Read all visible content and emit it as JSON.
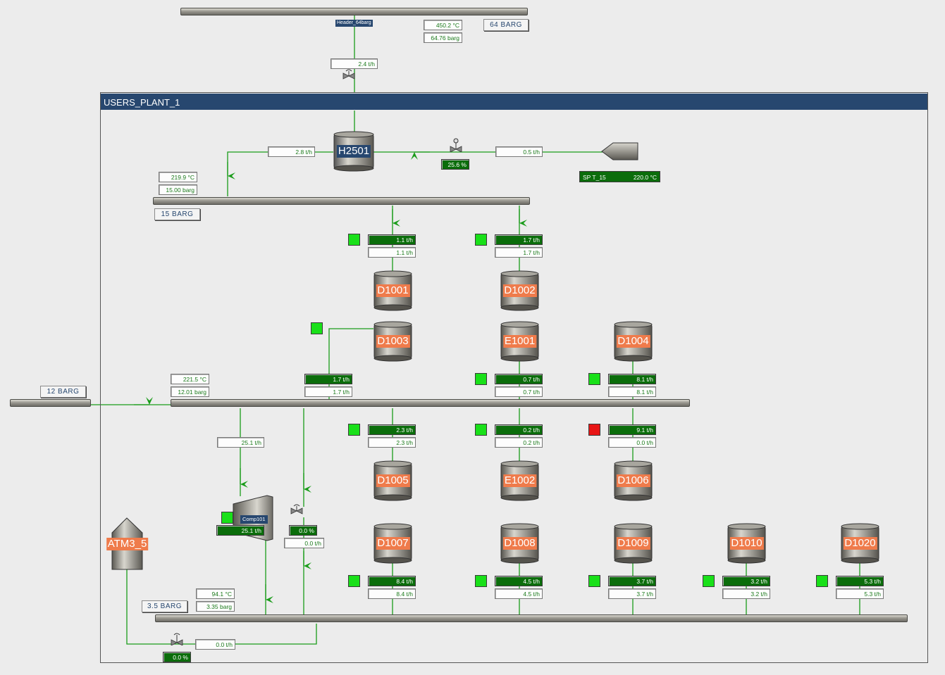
{
  "header64": {
    "tag": "Header_64barg",
    "temp": "450.2 °C",
    "pressure": "64.76 barg",
    "label": "64 BARG"
  },
  "inflow": {
    "flow": "2.4 t/h"
  },
  "plant": {
    "title": "USERS_PLANT_1"
  },
  "h2501": {
    "name": "H2501",
    "out_flow": "2.8 t/h",
    "in_flow": "0.5 t/h",
    "valve_pct": "25.6 %"
  },
  "sp": {
    "label": "SP T_15",
    "value": "220.0 °C"
  },
  "header15": {
    "temp": "219.9 °C",
    "pressure": "15.00 barg",
    "label": "15 BARG"
  },
  "header12": {
    "temp": "221.5 °C",
    "pressure": "12.01 barg",
    "label": "12 BARG"
  },
  "header35": {
    "temp": "94.1 °C",
    "pressure": "3.35 barg",
    "label": "3.5 BARG"
  },
  "atm": {
    "name": "ATM3_5",
    "flow": "0.0 t/h",
    "valve_pct": "0.0 %"
  },
  "comp": {
    "name": "Comp101",
    "feed_flow": "25.1 t/h",
    "flow": "25.1 t/h"
  },
  "letdown": {
    "valve_pct": "0.0 %",
    "flow": "0.0 t/h"
  },
  "d1003": {
    "sp": "1.7 t/h",
    "pv": "1.7 t/h"
  },
  "users": [
    {
      "name": "D1001",
      "sp": "1.1 t/h",
      "pv": "1.1 t/h",
      "status": "on"
    },
    {
      "name": "D1002",
      "sp": "1.7 t/h",
      "pv": "1.7 t/h",
      "status": "on"
    },
    {
      "name": "D1003",
      "status": "on"
    },
    {
      "name": "E1001",
      "sp": "0.7 t/h",
      "pv": "0.7 t/h",
      "status": "on"
    },
    {
      "name": "D1004",
      "sp": "8.1 t/h",
      "pv": "8.1 t/h",
      "status": "on"
    },
    {
      "name": "D1005",
      "sp": "2.3 t/h",
      "pv": "2.3 t/h",
      "status": "on"
    },
    {
      "name": "E1002",
      "sp": "0.2 t/h",
      "pv": "0.2 t/h",
      "status": "on"
    },
    {
      "name": "D1006",
      "sp": "9.1 t/h",
      "pv": "0.0 t/h",
      "status": "alarm"
    },
    {
      "name": "D1007",
      "sp": "8.4 t/h",
      "pv": "8.4 t/h",
      "status": "on"
    },
    {
      "name": "D1008",
      "sp": "4.5 t/h",
      "pv": "4.5 t/h",
      "status": "on"
    },
    {
      "name": "D1009",
      "sp": "3.7 t/h",
      "pv": "3.7 t/h",
      "status": "on"
    },
    {
      "name": "D1010",
      "sp": "3.2 t/h",
      "pv": "3.2 t/h",
      "status": "on"
    },
    {
      "name": "D1020",
      "sp": "5.3 t/h",
      "pv": "5.3 t/h",
      "status": "on"
    }
  ],
  "colors": {
    "pipe": "#1a9c1a",
    "panel": "#27476f",
    "vessel_label": "#ef7b4b",
    "ok": "#19e019",
    "alarm": "#e81515"
  }
}
